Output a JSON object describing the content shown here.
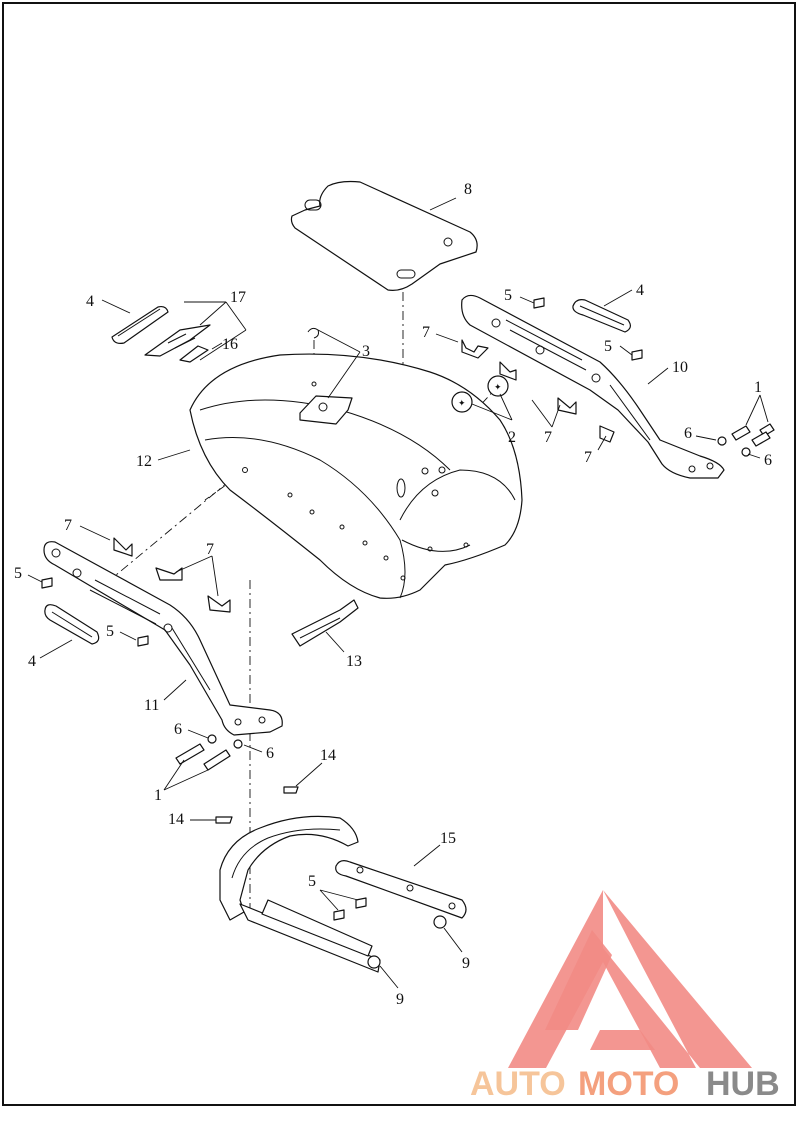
{
  "diagram": {
    "callouts": [
      {
        "id": "c8",
        "text": "8"
      },
      {
        "id": "c4a",
        "text": "4"
      },
      {
        "id": "c17",
        "text": "17"
      },
      {
        "id": "c16",
        "text": "16"
      },
      {
        "id": "c3",
        "text": "3"
      },
      {
        "id": "c5a",
        "text": "5"
      },
      {
        "id": "c4b",
        "text": "4"
      },
      {
        "id": "c7a",
        "text": "7"
      },
      {
        "id": "c5b",
        "text": "5"
      },
      {
        "id": "c10",
        "text": "10"
      },
      {
        "id": "c1a",
        "text": "1"
      },
      {
        "id": "c12",
        "text": "12"
      },
      {
        "id": "c2",
        "text": "2"
      },
      {
        "id": "c7b",
        "text": "7"
      },
      {
        "id": "c6a",
        "text": "6"
      },
      {
        "id": "c6b",
        "text": "6"
      },
      {
        "id": "c7c",
        "text": "7"
      },
      {
        "id": "c7d",
        "text": "7"
      },
      {
        "id": "c7e",
        "text": "7"
      },
      {
        "id": "c5c",
        "text": "5"
      },
      {
        "id": "c5d",
        "text": "5"
      },
      {
        "id": "c4c",
        "text": "4"
      },
      {
        "id": "c13",
        "text": "13"
      },
      {
        "id": "c11",
        "text": "11"
      },
      {
        "id": "c6c",
        "text": "6"
      },
      {
        "id": "c6d",
        "text": "6"
      },
      {
        "id": "c1b",
        "text": "1"
      },
      {
        "id": "c14a",
        "text": "14"
      },
      {
        "id": "c14b",
        "text": "14"
      },
      {
        "id": "c15",
        "text": "15"
      },
      {
        "id": "c5e",
        "text": "5"
      },
      {
        "id": "c9a",
        "text": "9"
      },
      {
        "id": "c9b",
        "text": "9"
      }
    ]
  },
  "watermark": {
    "text_auto": "AUTO",
    "text_moto": "MOTO",
    "text_hub": "HUB",
    "color_auto": "#f6c59a",
    "color_moto": "#f4a07e",
    "color_hub": "#8a8a8a",
    "logo_color": "#f28b85"
  }
}
